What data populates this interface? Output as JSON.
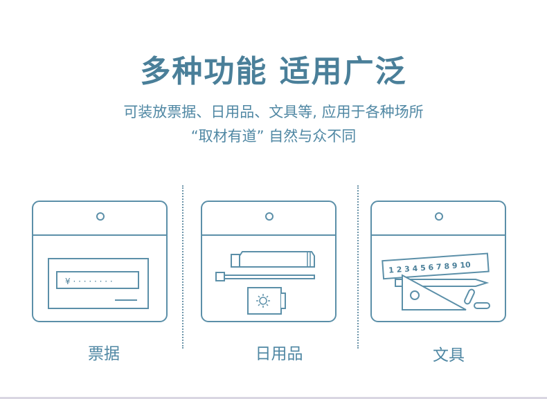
{
  "headline": "多种功能  适用广泛",
  "subtitle_line1": "可装放票据、日用品、文具等, 应用于各种场所",
  "subtitle_line2": "“取材有道” 自然与众不同",
  "colors": {
    "primary": "#4a7f99",
    "stroke": "#5b8fa8",
    "background": "#ffffff"
  },
  "items": [
    {
      "label": "票据",
      "icon": "receipt-icon",
      "receipt_text": "¥ · · · · · · · ·"
    },
    {
      "label": "日用品",
      "icon": "toothpaste-toothbrush-icon"
    },
    {
      "label": "文具",
      "icon": "stationery-ruler-icon",
      "ruler_numbers": "1 2 3 4 5 6 7 8 9 10"
    }
  ]
}
